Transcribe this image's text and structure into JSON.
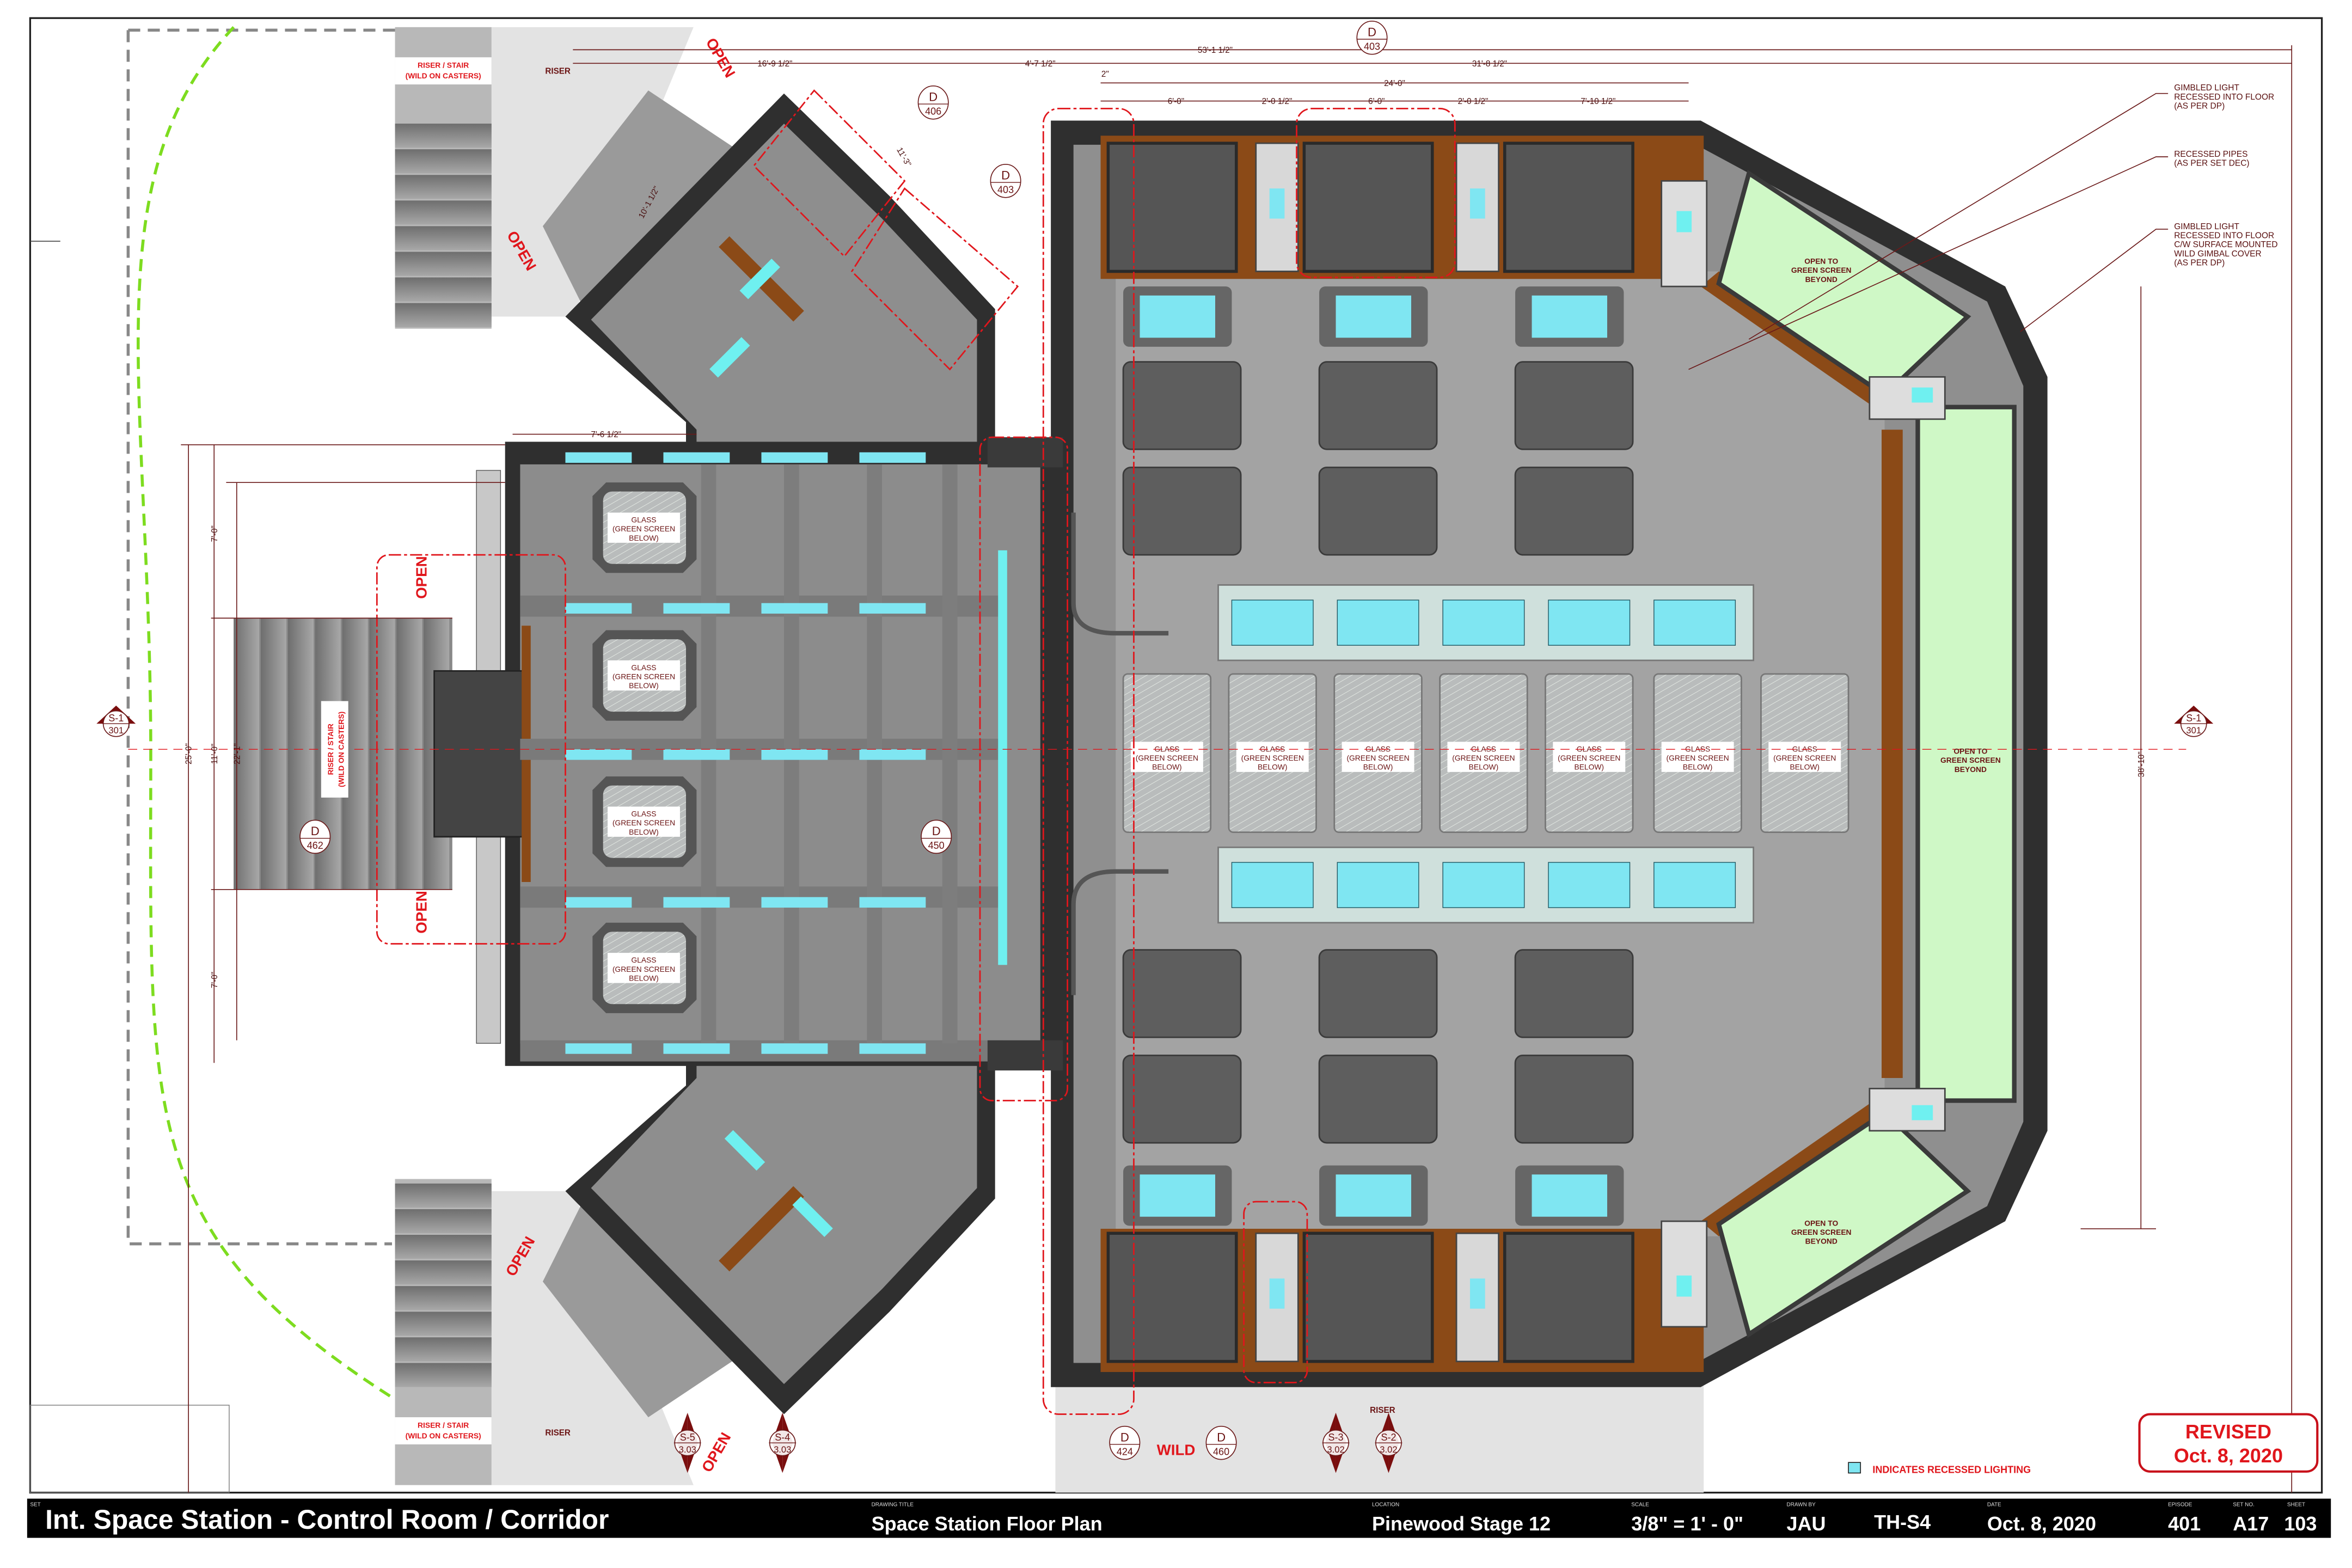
{
  "title_block": {
    "set_label": "SET",
    "set": "Int. Space Station - Control Room / Corridor",
    "drawing_title_label": "DRAWING TITLE",
    "drawing_title": "Space Station Floor Plan",
    "location_label": "LOCATION",
    "location": "Pinewood Stage 12",
    "scale_label": "SCALE",
    "scale": "3/8\" = 1' - 0\"",
    "drawn_by_label": "DRAWN BY",
    "drawn_by": "JAU",
    "sheet_code": "TH-S4",
    "date_label": "DATE",
    "date": "Oct. 8, 2020",
    "episode_label": "EPISODE",
    "episode": "401",
    "set_no_label": "SET NO.",
    "set_no": "A17",
    "sheet_label": "SHEET",
    "sheet": "103"
  },
  "revised": {
    "line1": "REVISED",
    "line2": "Oct. 8, 2020",
    "color": "#c8101a"
  },
  "legend": {
    "text": "INDICATES RECESSED LIGHTING",
    "swatch_color": "#7fe6f2"
  },
  "notes": [
    {
      "lines": [
        "GIMBLED LIGHT",
        "RECESSED INTO FLOOR",
        "(AS PER DP)"
      ]
    },
    {
      "lines": [
        "RECESSED PIPES",
        "(AS PER SET DEC)"
      ]
    },
    {
      "lines": [
        "GIMBLED LIGHT",
        "RECESSED INTO FLOOR",
        "C/W SURFACE MOUNTED",
        "WILD GIMBAL COVER",
        "(AS PER DP)"
      ]
    }
  ],
  "dimensions": {
    "overall_width": "53'-1 1/2\"",
    "wing_width": "16'-9 1/2\"",
    "neck_width": "4'-7 1/2\"",
    "room_width": "31'-8 1/2\"",
    "offset": "2\"",
    "bay_run": "24'-0\"",
    "bay_a": "6'-0\"",
    "gap_a": "2'-0 1/2\"",
    "bay_b": "6'-0\"",
    "gap_b": "2'-0 1/2\"",
    "end_run": "7'-10 1/2\"",
    "corridor_overall": "25'-0\"",
    "corridor_mid": "11'-0\"",
    "corridor_side_top": "7'-0\"",
    "corridor_side_bottom": "7'-0\"",
    "stair_depth": "22'-1\"",
    "corridor_depth": "7'-6 1/2\"",
    "wing_diag_a": "10'-1 1/2\"",
    "wing_diag_b": "11'-3\"",
    "room_height": "38'-10\""
  },
  "labels": {
    "riser_stair": [
      "RISER / STAIR",
      "(WILD ON CASTERS)"
    ],
    "riser": "RISER",
    "open": "OPEN",
    "wild": "WILD",
    "glass": [
      "GLASS",
      "(GREEN SCREEN",
      "BELOW)"
    ],
    "open_to_green": [
      "OPEN TO",
      "GREEN SCREEN",
      "BEYOND"
    ]
  },
  "detail_callouts": [
    {
      "letter": "D",
      "number": "403"
    },
    {
      "letter": "D",
      "number": "406"
    },
    {
      "letter": "D",
      "number": "403"
    },
    {
      "letter": "D",
      "number": "462"
    },
    {
      "letter": "D",
      "number": "450"
    },
    {
      "letter": "D",
      "number": "424"
    },
    {
      "letter": "D",
      "number": "460"
    }
  ],
  "section_markers": [
    {
      "id": "S-1",
      "sheet": "301"
    },
    {
      "id": "S-1",
      "sheet": "301"
    },
    {
      "id": "S-5",
      "sheet": "3.03"
    },
    {
      "id": "S-4",
      "sheet": "3.03"
    },
    {
      "id": "S-3",
      "sheet": "3.02"
    },
    {
      "id": "S-2",
      "sheet": "3.02"
    }
  ]
}
